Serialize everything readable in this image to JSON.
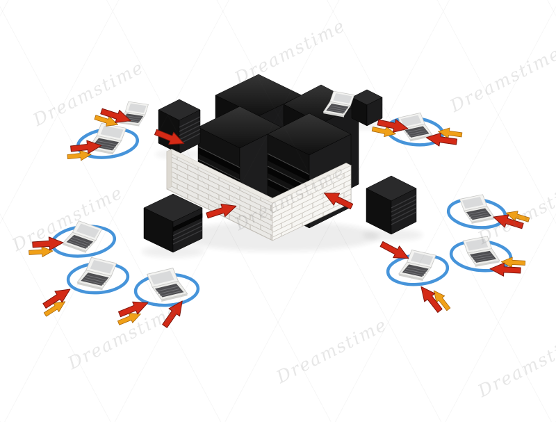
{
  "image": {
    "background_color": "#ffffff"
  },
  "watermark": {
    "text": "Dreamstime"
  },
  "palette": {
    "server_top": "#262626",
    "server_left_face": "#0e0e0e",
    "server_right_face": "#1a1a1b",
    "wall_brick": "#f5f4f1",
    "wall_mortar": "#cbc7c0",
    "ring_blue": "#3d8fd8",
    "arrow_red": "#d42a16",
    "arrow_orange": "#f0a018",
    "laptop_light": "#f2f2f1",
    "laptop_keys": "#4f4f52"
  },
  "scene": {
    "objects": [
      "server-cluster",
      "firewall-brick-wall",
      "mini-tower",
      "laptop-node",
      "protection-ring",
      "attack-arrow"
    ]
  }
}
